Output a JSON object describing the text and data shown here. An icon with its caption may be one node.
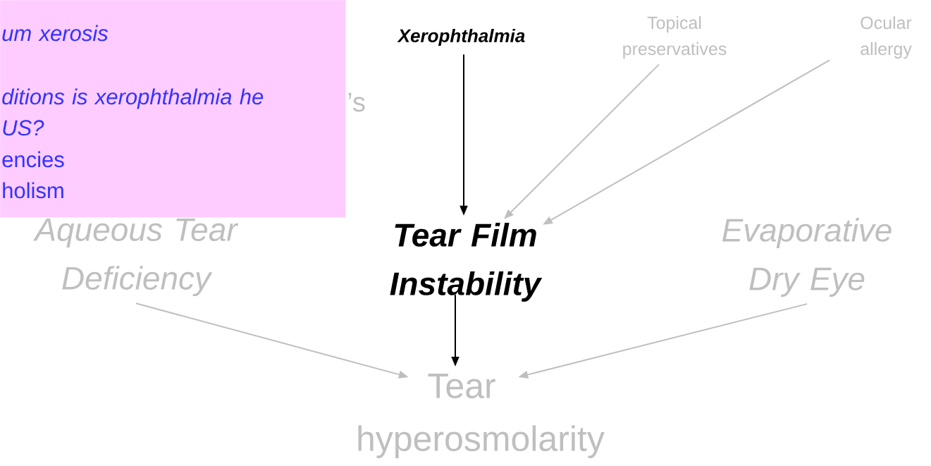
{
  "diagram": {
    "nodes": [
      {
        "text": [
          "um xerosis",
          "ditions is xerophthalmia he US?",
          "encies",
          "holism"
        ]
      },
      {
        "text": [
          "Xerophthalmia"
        ]
      },
      {
        "text": [
          "Topical preservatives"
        ]
      },
      {
        "text": [
          "Ocular allergy"
        ]
      },
      {
        "text": [
          "Aqueous Tear Deficiency"
        ]
      },
      {
        "text": [
          "Tear Film Instability"
        ]
      },
      {
        "text": [
          "Evaporative Dry Eye"
        ]
      },
      {
        "text": [
          "Tear hyperosmolarity"
        ]
      }
    ],
    "edges": [
      {
        "from": 1,
        "to": 5,
        "arrow": "to",
        "color": "#000000"
      },
      {
        "from": 2,
        "to": 5,
        "arrow": "to"
      },
      {
        "from": 3,
        "to": 5,
        "arrow": "to"
      },
      {
        "from": 5,
        "to": 7,
        "arrow": "to",
        "color": "#000000"
      },
      {
        "from": 4,
        "to": 7,
        "arrow": "to"
      },
      {
        "from": 6,
        "to": 7,
        "arrow": "to"
      }
    ],
    "labels": [
      "’s"
    ]
  }
}
